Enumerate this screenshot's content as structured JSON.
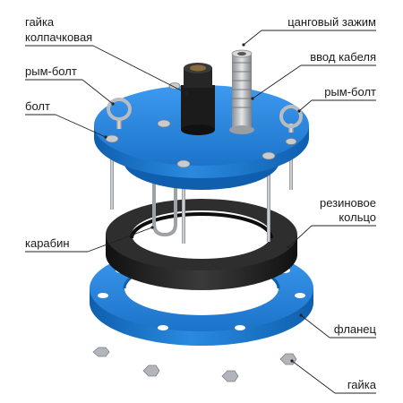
{
  "labels": {
    "cap_nut_line1": "гайка",
    "cap_nut_line2": "колпачковая",
    "collet_clamp": "цанговый зажим",
    "eye_bolt_left": "рым-болт",
    "cable_entry": "ввод кабеля",
    "bolt": "болт",
    "eye_bolt_right": "рым-болт",
    "rubber_ring_line1": "резиновое",
    "rubber_ring_line2": "кольцо",
    "carabiner": "карабин",
    "flange": "фланец",
    "nut": "гайка"
  },
  "colors": {
    "blue": "#1f7fd6",
    "blue_dark": "#0f5fae",
    "blue_light": "#4aa3ee",
    "rubber": "#262626",
    "steel": "#b9bcc0",
    "label_text": "#1a1a1a"
  },
  "icons": {
    "eye_bolt": "eye-bolt-icon",
    "cap_nut": "cap-nut-icon",
    "collet": "collet-clamp-icon",
    "hex_nut": "hex-nut-icon"
  }
}
